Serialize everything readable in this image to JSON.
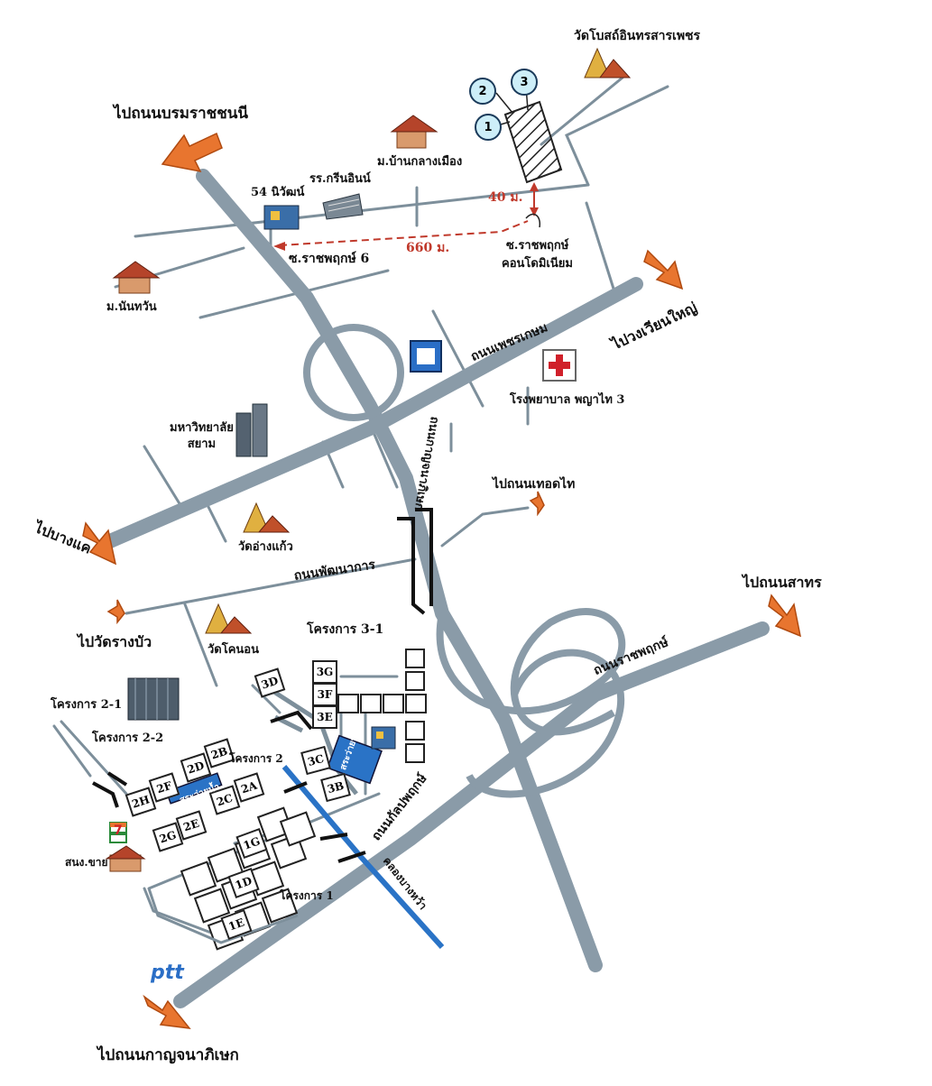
{
  "colors": {
    "road": "#8a9ba8",
    "minor": "#7d8f9b",
    "arrow": "#e8752f",
    "pool": "#2a73c6",
    "dist": "#c0392b"
  },
  "labels": {
    "to_borommaratchachonnani": "ไปถนนบรมราชชนนี",
    "wat_bot": "วัดโบสถ์อินทรสารเพชร",
    "mu_ban_klang_mueang": "ม.บ้านกลางเมือง",
    "green_inn": "รร.กรีนอินน์",
    "nivet_54": "54 นิวัฒน์",
    "dist_40": "40 ม.",
    "dist_660": "660 ม.",
    "soi_ratchaphruek_6": "ซ.ราชพฤกษ์ 6",
    "soi_ratchaphruek": "ซ.ราชพฤกษ์",
    "condominium": "คอนโดมิเนียม",
    "nanthawan": "ม.นันทวัน",
    "phet_kasem": "ถนนเพชรเกษม",
    "to_wongwian_yai": "ไปวงเวียนใหญ่",
    "phyathai_hospital": "โรงพยาบาล พญาไท 3",
    "siam_university": "มหาวิทยาลัย\nสยาม",
    "kanchanaphisek_v": "ถนนกาญจนาภิเษก",
    "to_thoet_thai": "ไปถนนเทอดไท",
    "to_bang_khae": "ไปบางแค",
    "wat_ang_kaeo": "วัดอ่างแก้ว",
    "phatthanakan": "ถนนพัฒนาการ",
    "to_sathon": "ไปถนนสาทร",
    "to_wat_rang_bua": "ไปวัดรางบัว",
    "wat_khanon": "วัดโคนอน",
    "project_3_1": "โครงการ 3-1",
    "ratchaphruek_road": "ถนนราชพฤกษ์",
    "project_2_1": "โครงการ 2-1",
    "project_2_2": "โครงการ 2-2",
    "project_2": "โครงการ 2",
    "project_1": "โครงการ 1",
    "kanlapaphruek": "ถนนกัลปพฤกษ์",
    "khlong_bang_wa": "คลองบางหว้า",
    "sanong_sai": "สนง.ขาย",
    "pool_2": "สระว่ายน้ำ",
    "pool_3": "สระว่ายน้ำ",
    "to_kanchanaphisek": "ไปถนนกาญจนาภิเษก",
    "ptt": "ptt",
    "seven": "7"
  },
  "units": {
    "u3G": "3G",
    "u3F": "3F",
    "u3E": "3E",
    "u3D": "3D",
    "u3C": "3C",
    "u3B": "3B",
    "u2B": "2B",
    "u2D": "2D",
    "u2F": "2F",
    "u2H": "2H",
    "u2C": "2C",
    "u2A": "2A",
    "u2G": "2G",
    "u2E": "2E",
    "u1G": "1G",
    "u1D": "1D",
    "u1E": "1E"
  },
  "markers": {
    "m1": "1",
    "m2": "2",
    "m3": "3"
  },
  "icons": [
    "temple-icon",
    "house-icon",
    "building-icon",
    "hospital-icon",
    "bank-icon",
    "direction-arrow-icon",
    "seven-eleven-icon",
    "ptt-icon"
  ]
}
